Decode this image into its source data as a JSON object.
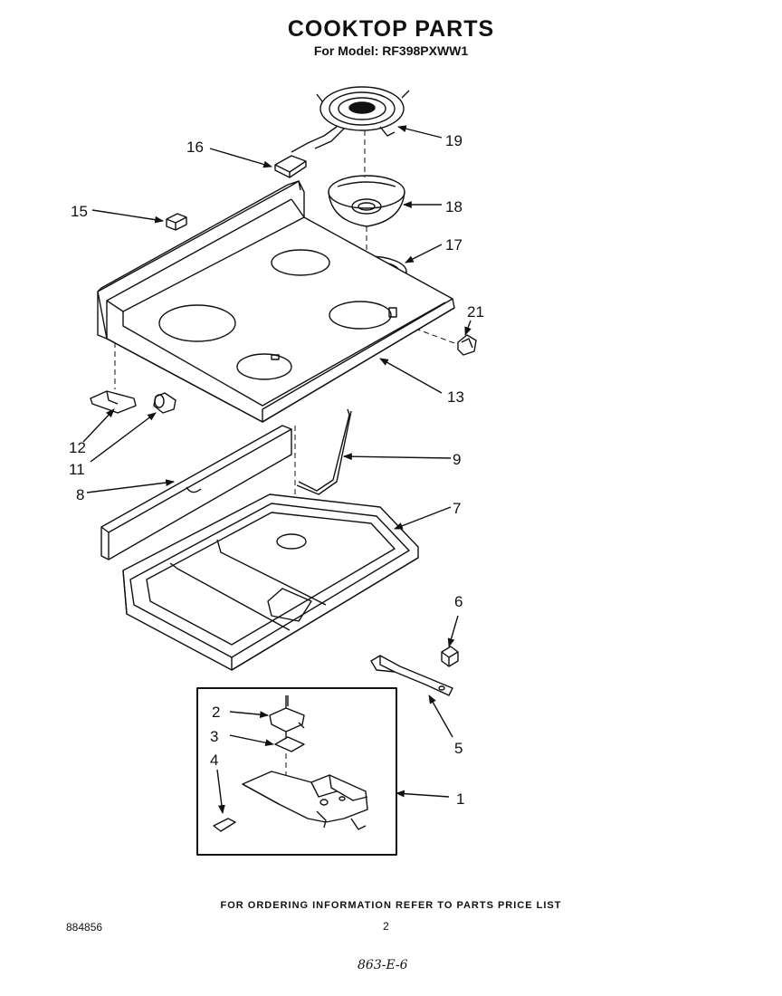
{
  "header": {
    "title": "COOKTOP PARTS",
    "model_line": "For Model: RF398PXWW1"
  },
  "callouts": {
    "p1": "1",
    "p2": "2",
    "p3": "3",
    "p4": "4",
    "p5": "5",
    "p6": "6",
    "p7": "7",
    "p8": "8",
    "p9": "9",
    "p11": "11",
    "p12": "12",
    "p13": "13",
    "p15": "15",
    "p16": "16",
    "p17": "17",
    "p18": "18",
    "p19": "19",
    "p21": "21"
  },
  "footer": {
    "ordering_note": "FOR ORDERING INFORMATION REFER TO PARTS PRICE LIST",
    "doc_number": "884856",
    "page_number": "2",
    "handwritten_code": "863-E-6"
  }
}
